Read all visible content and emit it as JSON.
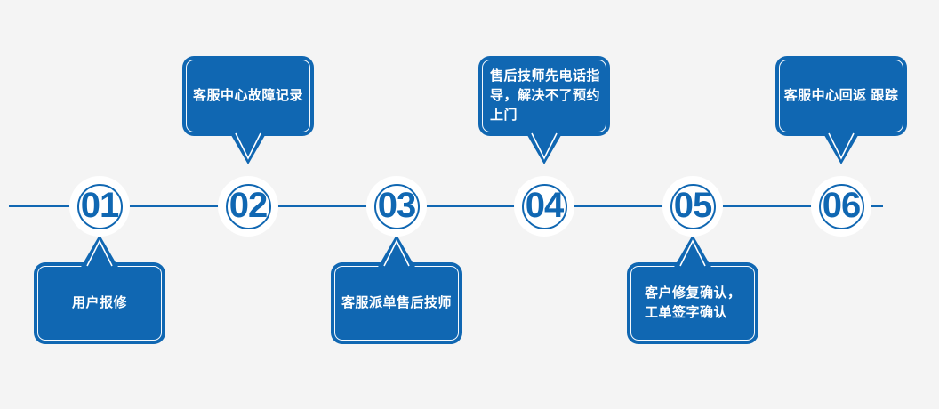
{
  "colors": {
    "background": "#f4f4f4",
    "accent_blue": "#1067b2",
    "node_fill": "#ffffff",
    "bubble_text": "#ffffff"
  },
  "timeline": {
    "steps": [
      {
        "number": "01",
        "label": "用户报修",
        "bubble_position": "below"
      },
      {
        "number": "02",
        "label": "客服中心故障记录",
        "bubble_position": "above"
      },
      {
        "number": "03",
        "label": "客服派单售后技师",
        "bubble_position": "below"
      },
      {
        "number": "04",
        "label": "售后技师先电话指\n导，解决不了预约\n上门",
        "bubble_position": "above"
      },
      {
        "number": "05",
        "label": "客户修复确认，\n工单签字确认",
        "bubble_position": "below"
      },
      {
        "number": "06",
        "label": "客服中心回返 跟踪",
        "bubble_position": "above"
      }
    ]
  }
}
